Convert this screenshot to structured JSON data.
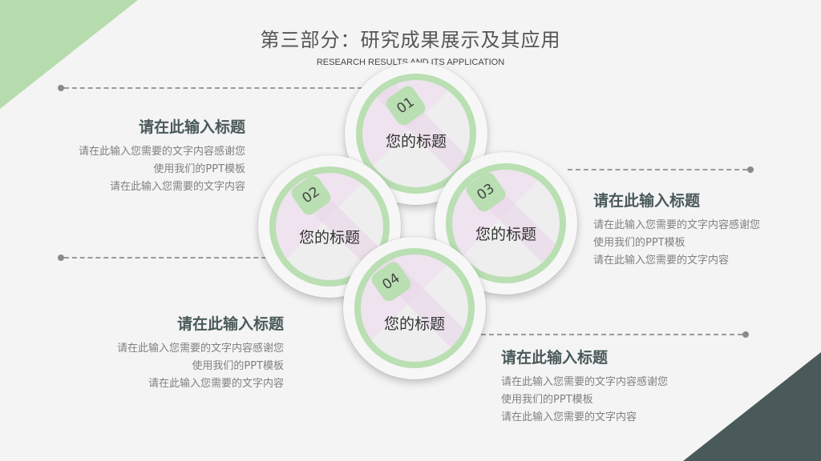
{
  "header": {
    "title": "第三部分：研究成果展示及其应用",
    "subtitle": "RESEARCH RESULTS AND ITS APPLICATION"
  },
  "colors": {
    "accent_green": "#b9dfb2",
    "dark_slate": "#4a5959",
    "corner_green": "#b6dcae"
  },
  "circles": [
    {
      "number": "01",
      "label": "您的标题"
    },
    {
      "number": "02",
      "label": "您的标题"
    },
    {
      "number": "03",
      "label": "您的标题"
    },
    {
      "number": "04",
      "label": "您的标题"
    }
  ],
  "blocks": [
    {
      "heading": "请在此输入标题",
      "line1": "请在此输入您需要的文字内容感谢您",
      "line2": "使用我们的PPT模板",
      "line3": "请在此输入您需要的文字内容"
    },
    {
      "heading": "请在此输入标题",
      "line1": "请在此输入您需要的文字内容感谢您",
      "line2": "使用我们的PPT模板",
      "line3": "请在此输入您需要的文字内容"
    },
    {
      "heading": "请在此输入标题",
      "line1": "请在此输入您需要的文字内容感谢您",
      "line2": "使用我们的PPT模板",
      "line3": "请在此输入您需要的文字内容"
    },
    {
      "heading": "请在此输入标题",
      "line1": "请在此输入您需要的文字内容感谢您",
      "line2": "使用我们的PPT模板",
      "line3": "请在此输入您需要的文字内容"
    }
  ]
}
